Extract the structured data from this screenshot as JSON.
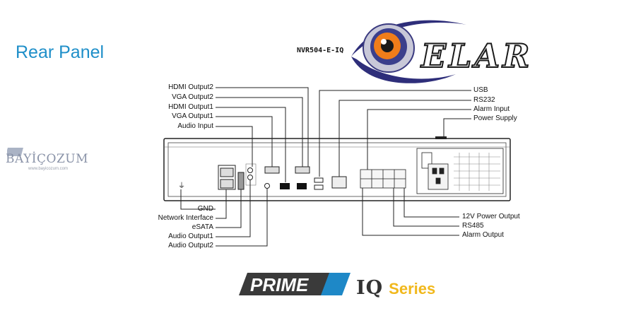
{
  "heading": "Rear Panel",
  "model": "NVR504-E-IQ",
  "brand_logo_text": "ELAR",
  "watermark": {
    "brand": "BAYİÇOZUM",
    "url": "www.bayicozum.com"
  },
  "series_badge": {
    "prime": "PRIME",
    "iq": "IQ",
    "series": "Series"
  },
  "labels_top_left": [
    "HDMI Output2",
    "VGA Output2",
    "HDMI Output1",
    "VGA Output1",
    "Audio Input"
  ],
  "labels_top_right": [
    "USB",
    "RS232",
    "Alarm Input",
    "Power Supply"
  ],
  "labels_bottom_left": [
    "GND",
    "Network Interface",
    "eSATA",
    "Audio Output1",
    "Audio Output2"
  ],
  "labels_bottom_right": [
    "12V Power Output",
    "RS485",
    "Alarm Output"
  ],
  "colors": {
    "heading": "#1f8fc9",
    "series": "#f1b81c",
    "prime_band": "#1e88c7",
    "eye_iris": "#f07d1a"
  }
}
